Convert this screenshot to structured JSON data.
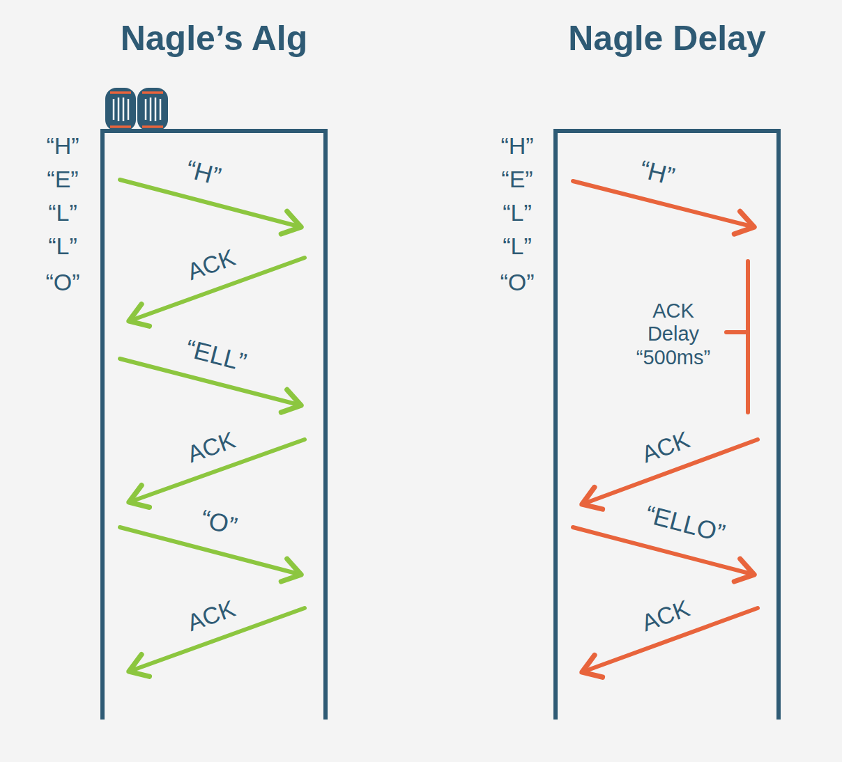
{
  "diagram": {
    "nodes": [
      {
        "text": [
          "Nagle’s Alg"
        ]
      },
      {
        "text": [
          "Nagle Delay"
        ]
      }
    ],
    "labels": [
      "“H”",
      "“E”",
      "“L”",
      "“L”",
      "“O”",
      "“H”",
      "ACK",
      "“ELL”",
      "ACK",
      "“O”",
      "ACK",
      "“H”",
      "“E”",
      "“L”",
      "“L”",
      "“O”",
      "“H”",
      "ACK Delay “500ms”",
      "ACK",
      "“ELLO”",
      "ACK"
    ]
  }
}
